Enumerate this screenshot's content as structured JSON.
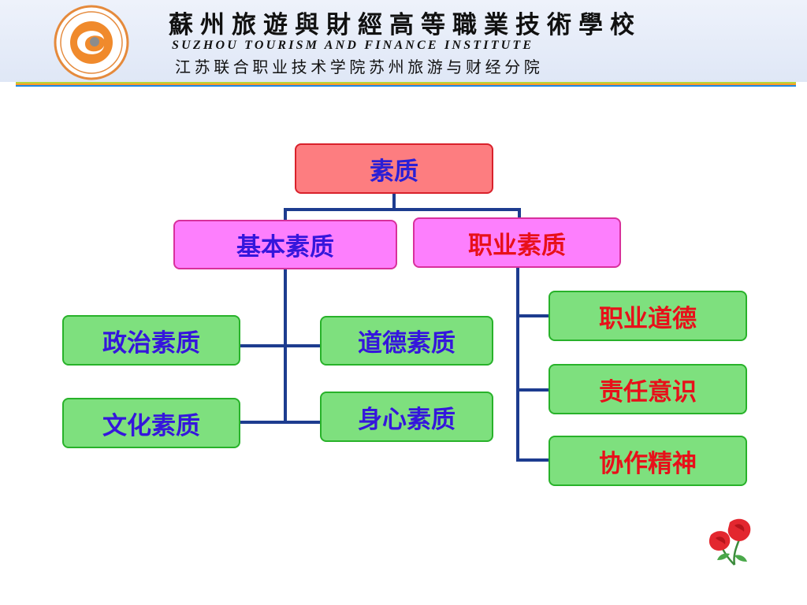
{
  "header": {
    "school_name_cn": "蘇州旅遊與財經高等職業技術學校",
    "school_name_en": "SUZHOU TOURISM AND FINANCE INSTITUTE",
    "school_subtitle": "江苏联合职业技术学院苏州旅游与财经分院",
    "stripe_colors": [
      "#b9d53a",
      "#ff9a2a",
      "#1e88e5"
    ]
  },
  "diagram": {
    "line_color": "#1d3c8f",
    "root": {
      "label": "素质"
    },
    "basic": {
      "label": "基本素质",
      "children": [
        "政治素质",
        "道德素质",
        "文化素质",
        "身心素质"
      ]
    },
    "professional": {
      "label": "职业素质",
      "children": [
        "职业道德",
        "责任意识",
        "协作精神"
      ]
    }
  }
}
